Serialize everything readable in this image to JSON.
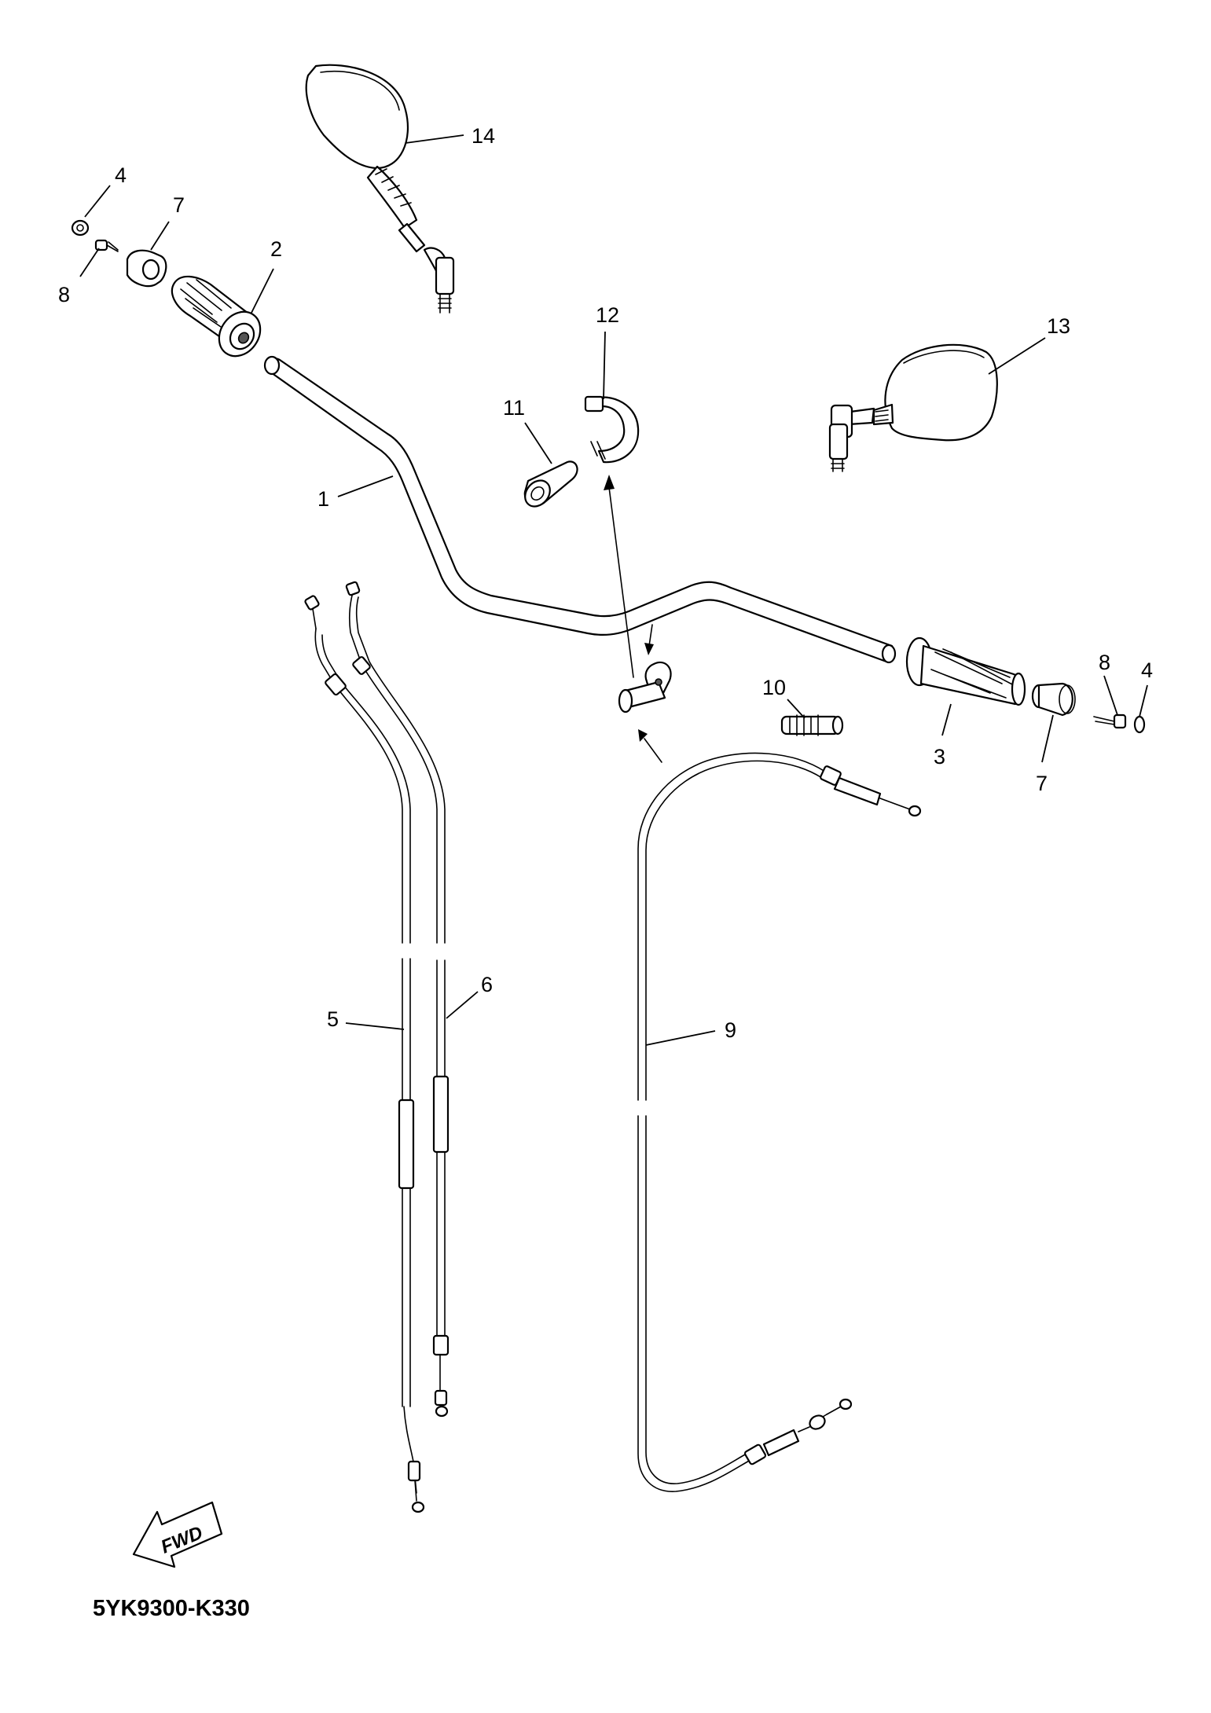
{
  "diagram_code": "5YK9300-K330",
  "fwd_label": "FWD",
  "callouts": [
    "1",
    "2",
    "3",
    "4",
    "4",
    "5",
    "6",
    "7",
    "7",
    "8",
    "8",
    "9",
    "10",
    "11",
    "12",
    "13",
    "14"
  ]
}
